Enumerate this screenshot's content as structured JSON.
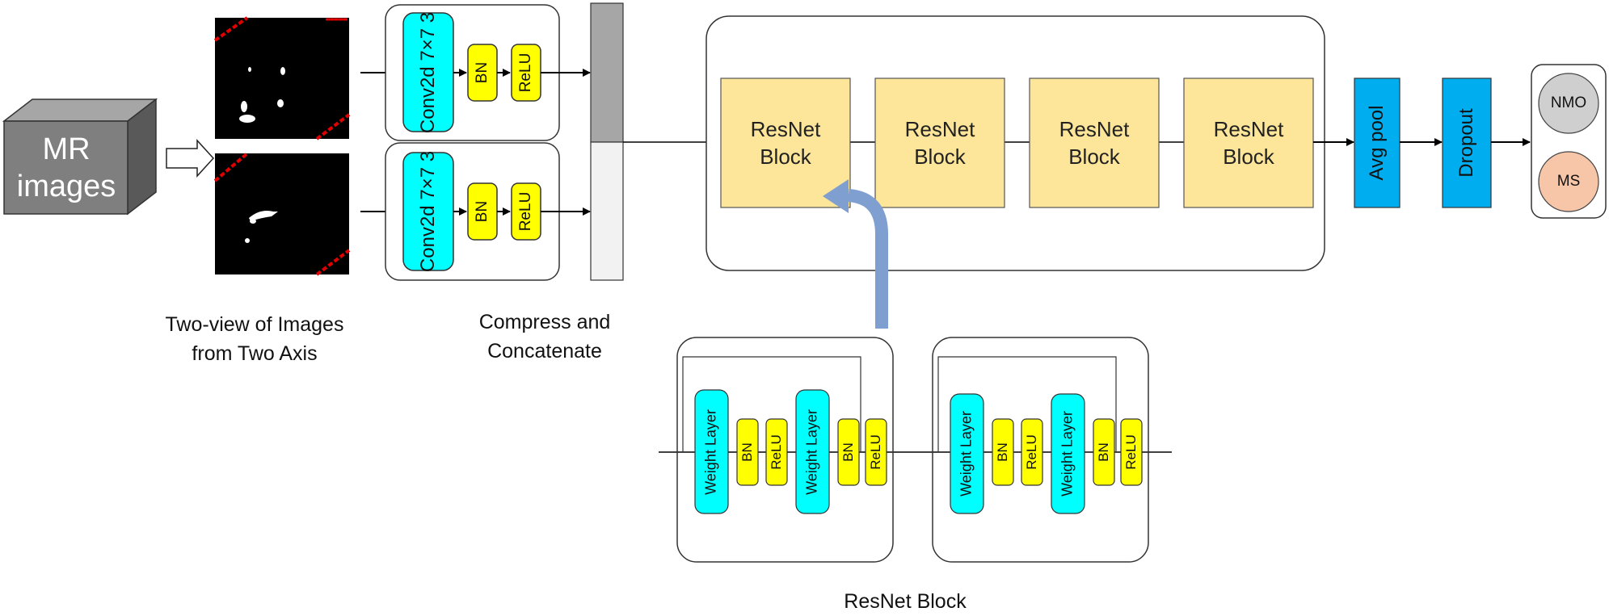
{
  "input": {
    "label_line1": "MR",
    "label_line2": "images"
  },
  "captions": {
    "views_line1": "Two-view of Images",
    "views_line2": "from Two Axis",
    "compress_line1": "Compress and",
    "compress_line2": "Concatenate",
    "resnet_block": "ResNet Block"
  },
  "conv_branches": [
    {
      "conv": "Conv2d 7×7 3",
      "bn": "BN",
      "relu": "ReLU"
    },
    {
      "conv": "Conv2d 7×7 3",
      "bn": "BN",
      "relu": "ReLU"
    }
  ],
  "resnet_blocks": [
    {
      "line1": "ResNet",
      "line2": "Block"
    },
    {
      "line1": "ResNet",
      "line2": "Block"
    },
    {
      "line1": "ResNet",
      "line2": "Block"
    },
    {
      "line1": "ResNet",
      "line2": "Block"
    }
  ],
  "head": {
    "avg_pool": "Avg pool",
    "dropout": "Dropout"
  },
  "outputs": [
    {
      "label": "NMO"
    },
    {
      "label": "MS"
    }
  ],
  "detail_units": [
    {
      "weight1": "Weight Layer",
      "bn1": "BN",
      "relu1": "ReLU",
      "weight2": "Weight Layer",
      "bn2": "BN",
      "relu2": "ReLU"
    },
    {
      "weight1": "Weight Layer",
      "bn1": "BN",
      "relu1": "ReLU",
      "weight2": "Weight Layer",
      "bn2": "BN",
      "relu2": "ReLU"
    }
  ],
  "colors": {
    "cyan": "#00ffff",
    "yellow": "#ffff00",
    "resnet_fill": "#fde69a",
    "head_blue": "#00aeef",
    "cube_front": "#7f7f7f",
    "nmo_fill": "#cfcfcf",
    "ms_fill": "#f7c5a8",
    "skip_arrow": "#7f9fd0"
  }
}
